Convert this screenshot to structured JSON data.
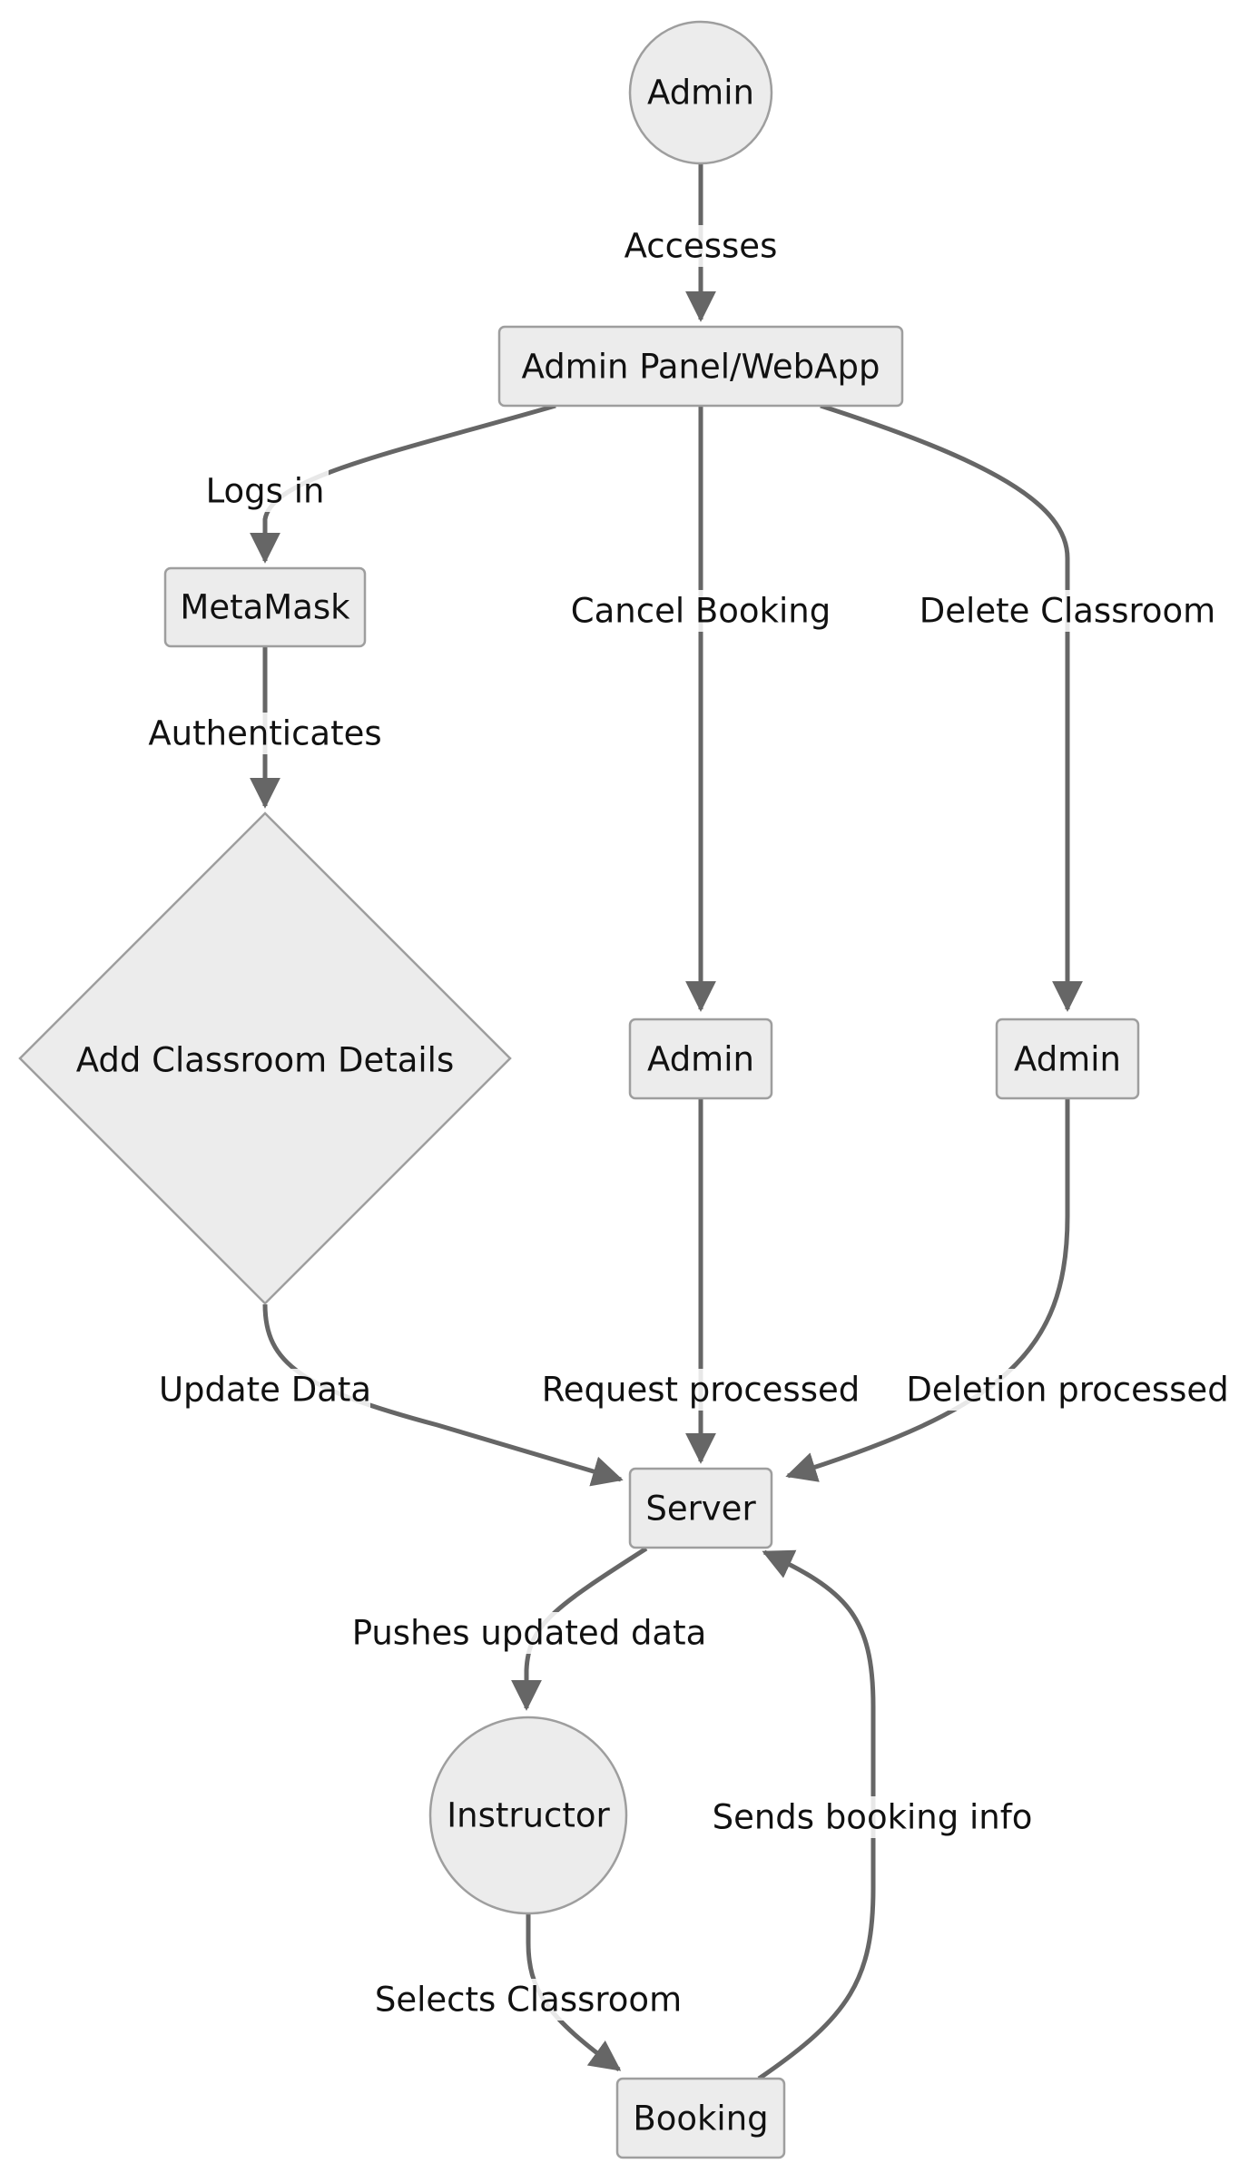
{
  "diagram": {
    "nodes": {
      "admin_start": "Admin",
      "admin_panel": "Admin Panel/WebApp",
      "metamask": "MetaMask",
      "add_classroom": "Add Classroom Details",
      "admin_cancel": "Admin",
      "admin_delete": "Admin",
      "server": "Server",
      "instructor": "Instructor",
      "booking": "Booking"
    },
    "edges": {
      "accesses": "Accesses",
      "logs_in": "Logs in",
      "cancel_booking": "Cancel Booking",
      "delete_classroom": "Delete Classroom",
      "authenticates": "Authenticates",
      "update_data": "Update Data",
      "request_processed": "Request processed",
      "deletion_processed": "Deletion processed",
      "pushes_updated_data": "Pushes updated data",
      "sends_booking_info": "Sends booking info",
      "selects_classroom": "Selects Classroom"
    }
  }
}
